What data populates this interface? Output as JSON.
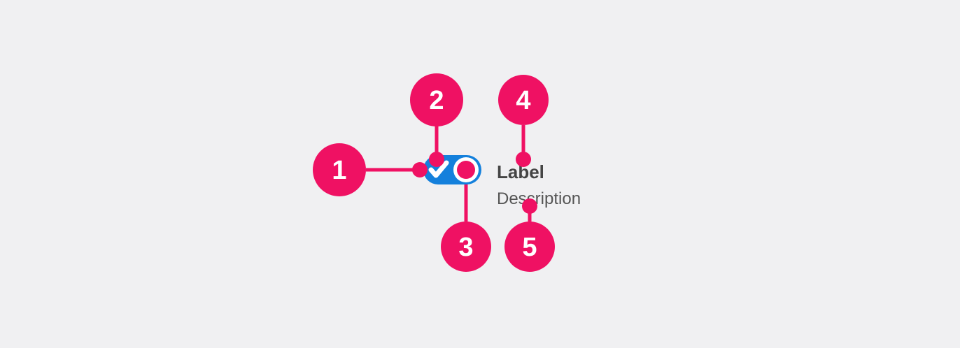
{
  "theme": {
    "background": "#f0f0f2",
    "accent_pink": "#ef1163",
    "toggle_on_blue": "#1480dc",
    "thumb_white": "#ffffff",
    "label_color": "#454545",
    "description_color": "#555555"
  },
  "component": {
    "type": "toggle-switch",
    "state": "on",
    "checkmark_visible": true,
    "label": "Label",
    "description": "Description"
  },
  "callouts": [
    {
      "number": "1",
      "target": "switch-track",
      "connector": "horizontal"
    },
    {
      "number": "2",
      "target": "check-icon",
      "connector": "vertical-down"
    },
    {
      "number": "3",
      "target": "switch-thumb",
      "connector": "vertical-up"
    },
    {
      "number": "4",
      "target": "label-text",
      "connector": "vertical-down"
    },
    {
      "number": "5",
      "target": "description-text",
      "connector": "vertical-up"
    }
  ]
}
